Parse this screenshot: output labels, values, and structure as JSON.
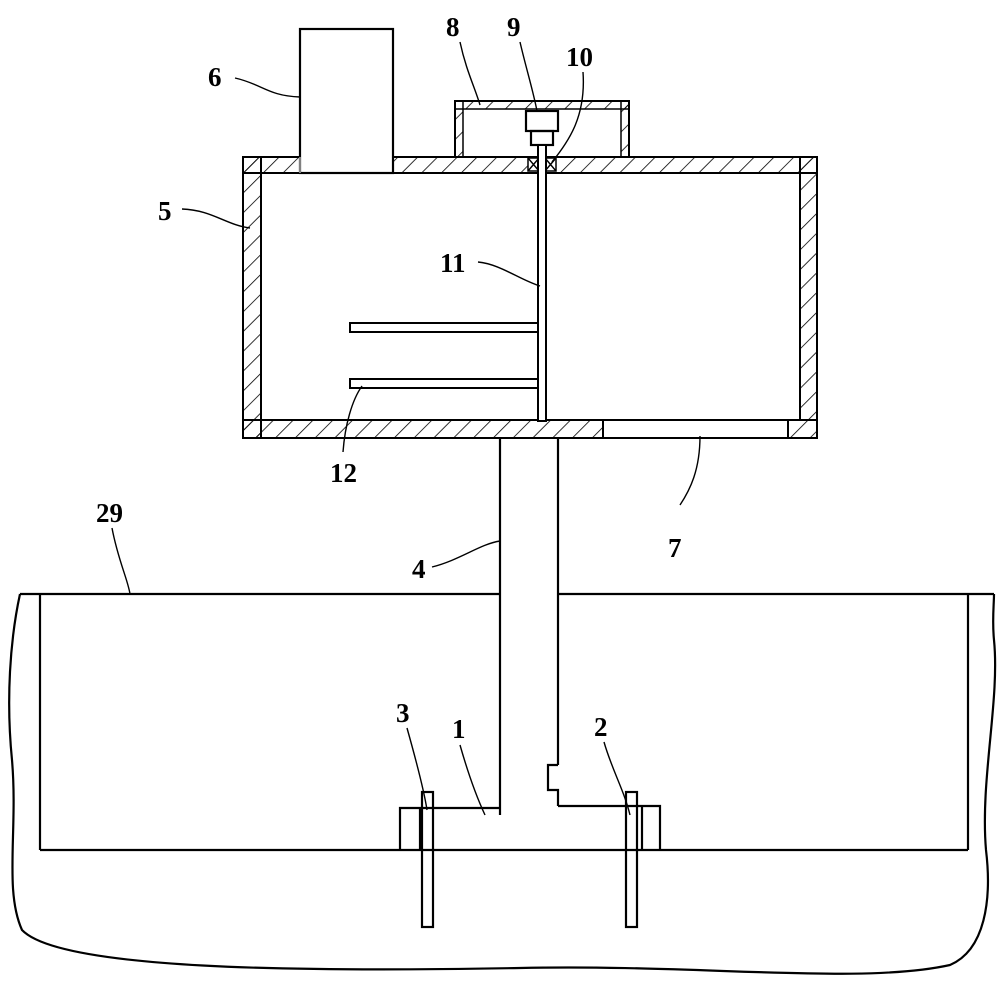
{
  "labels": {
    "l1": "1",
    "l2": "2",
    "l3": "3",
    "l4": "4",
    "l5": "5",
    "l6": "6",
    "l7": "7",
    "l8": "8",
    "l9": "9",
    "l10": "10",
    "l11": "11",
    "l12": "12",
    "l29": "29"
  }
}
